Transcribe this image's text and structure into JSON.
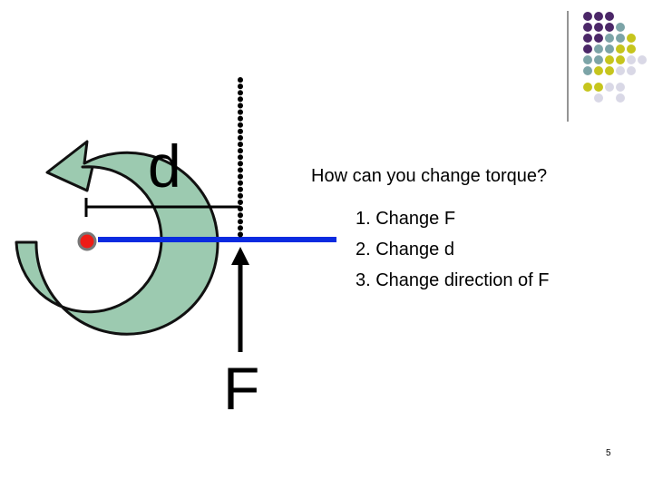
{
  "slide": {
    "label_d": "d",
    "label_f": "F",
    "question": "How can you change torque?",
    "answers": [
      "1. Change F",
      "2. Change d",
      "3. Change direction of F"
    ],
    "page_number": "5"
  },
  "colors": {
    "rotation_arrow_fill": "#9ccab0",
    "rotation_arrow_stroke": "#111111",
    "lever_arm": "#0a2be0",
    "pivot_fill": "#ee1c16",
    "pivot_stroke": "#777777",
    "lines": "#000000",
    "grid_purple": "#4b2768",
    "grid_teal": "#7ca4a7",
    "grid_yellow": "#c6c51d",
    "grid_gray": "#d9d8e6",
    "divider": "#7a7a7a"
  },
  "icons": {
    "rotation": "counterclockwise-arrow-icon",
    "pivot": "pivot-dot-icon",
    "force": "up-arrow-icon"
  }
}
